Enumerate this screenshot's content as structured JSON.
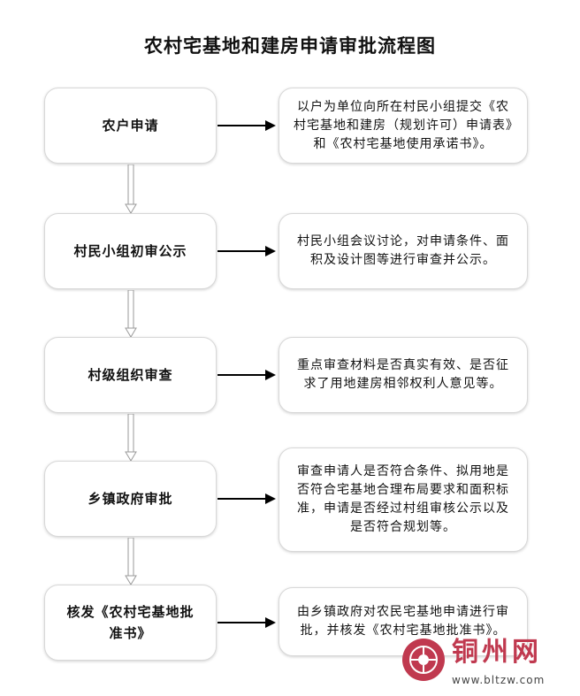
{
  "title": "农村宅基地和建房申请审批流程图",
  "steps": [
    {
      "label": "农户申请",
      "desc": "以户为单位向所在村民小组提交《农村宅基地和建房（规划许可）申请表》和《农村宅基地使用承诺书》。"
    },
    {
      "label": "村民小组初审公示",
      "desc": "村民小组会议讨论，对申请条件、面积及设计图等进行审查并公示。"
    },
    {
      "label": "村级组织审查",
      "desc": "重点审查材料是否真实有效、是否征求了用地建房相邻权利人意见等。"
    },
    {
      "label": "乡镇政府审批",
      "desc": "审查申请人是否符合条件、拟用地是否符合宅基地合理布局要求和面积标准，申请是否经过村组审核公示以及是否符合规划等。"
    },
    {
      "label": "核发《农村宅基地批准书》",
      "desc": "由乡镇政府对农民宅基地申请进行审批，并核发《农村宅基地批准书》。"
    }
  ],
  "watermark": {
    "name": "铜州网",
    "url": "www.bltzw.com",
    "color": "#c0394f"
  }
}
